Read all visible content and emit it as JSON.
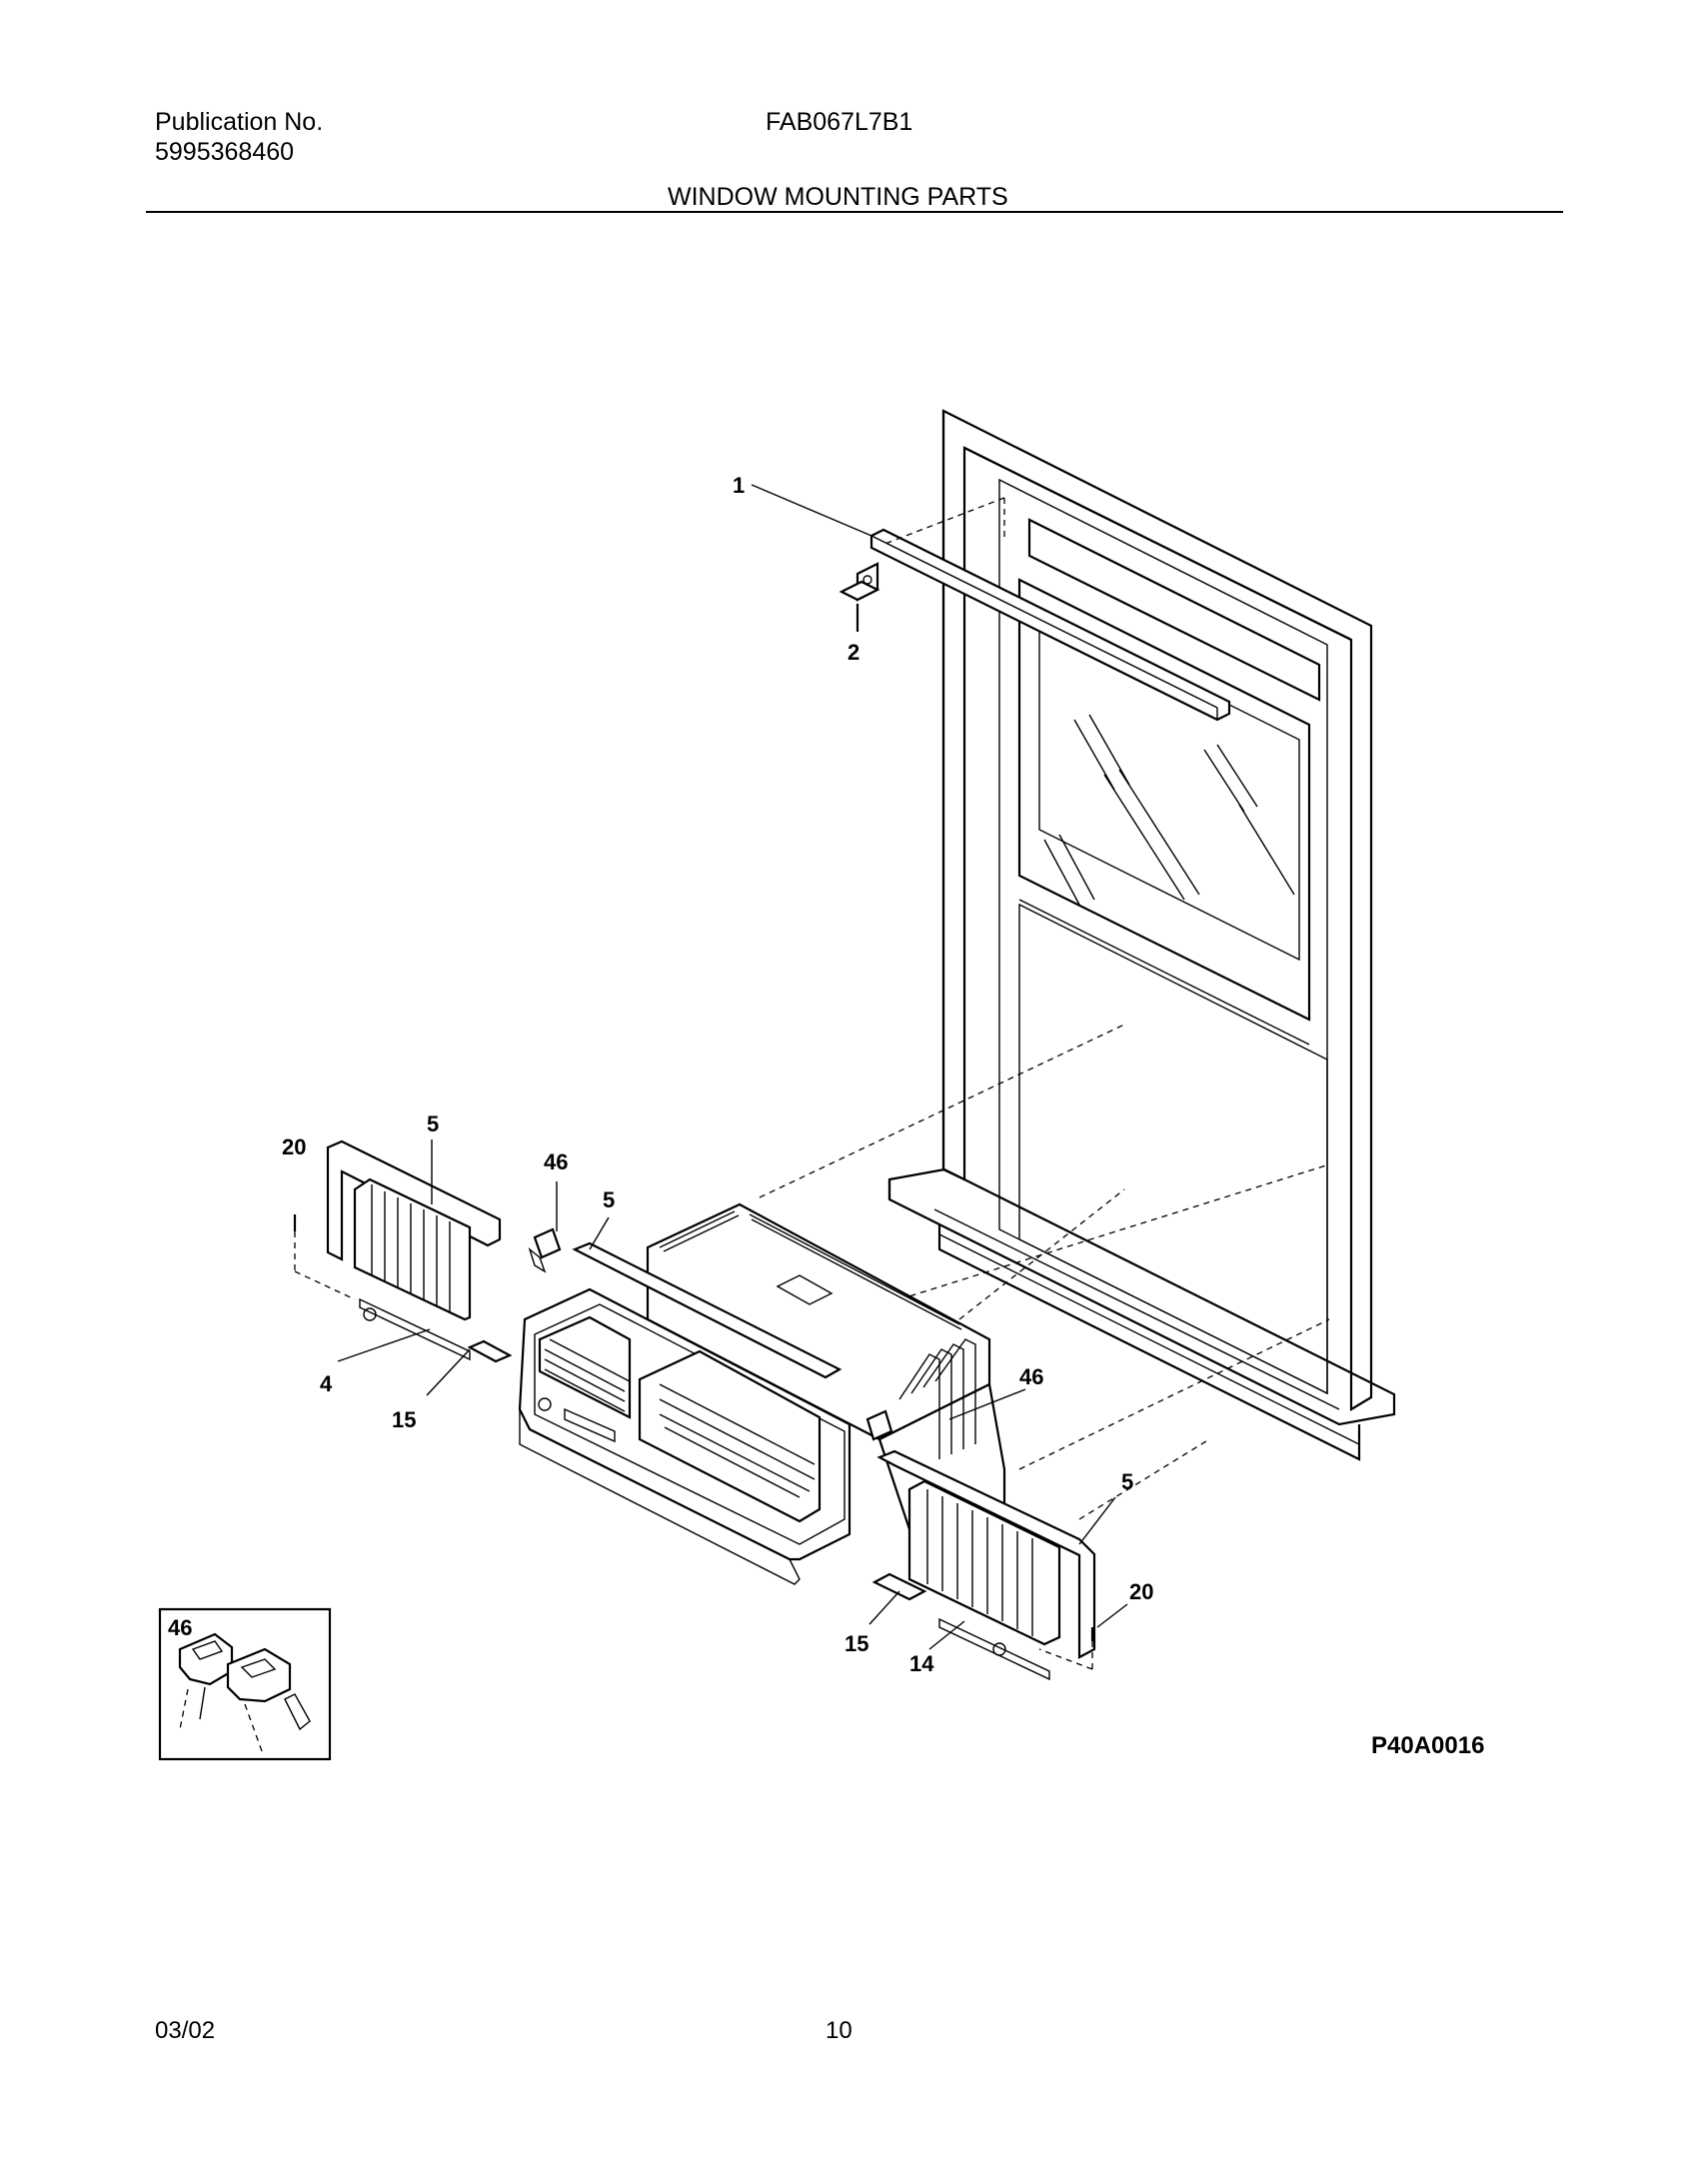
{
  "header": {
    "publication_label": "Publication No.",
    "publication_number": "5995368460",
    "model": "FAB067L7B1",
    "section_title": "WINDOW MOUNTING PARTS"
  },
  "callouts": {
    "c1": "1",
    "c2": "2",
    "c4": "4",
    "c5a": "5",
    "c5b": "5",
    "c5c": "5",
    "c14": "14",
    "c15a": "15",
    "c15b": "15",
    "c20a": "20",
    "c20b": "20",
    "c46a": "46",
    "c46b": "46",
    "c46inset": "46"
  },
  "figure_code": "P40A0016",
  "footer": {
    "date": "03/02",
    "page": "10"
  }
}
